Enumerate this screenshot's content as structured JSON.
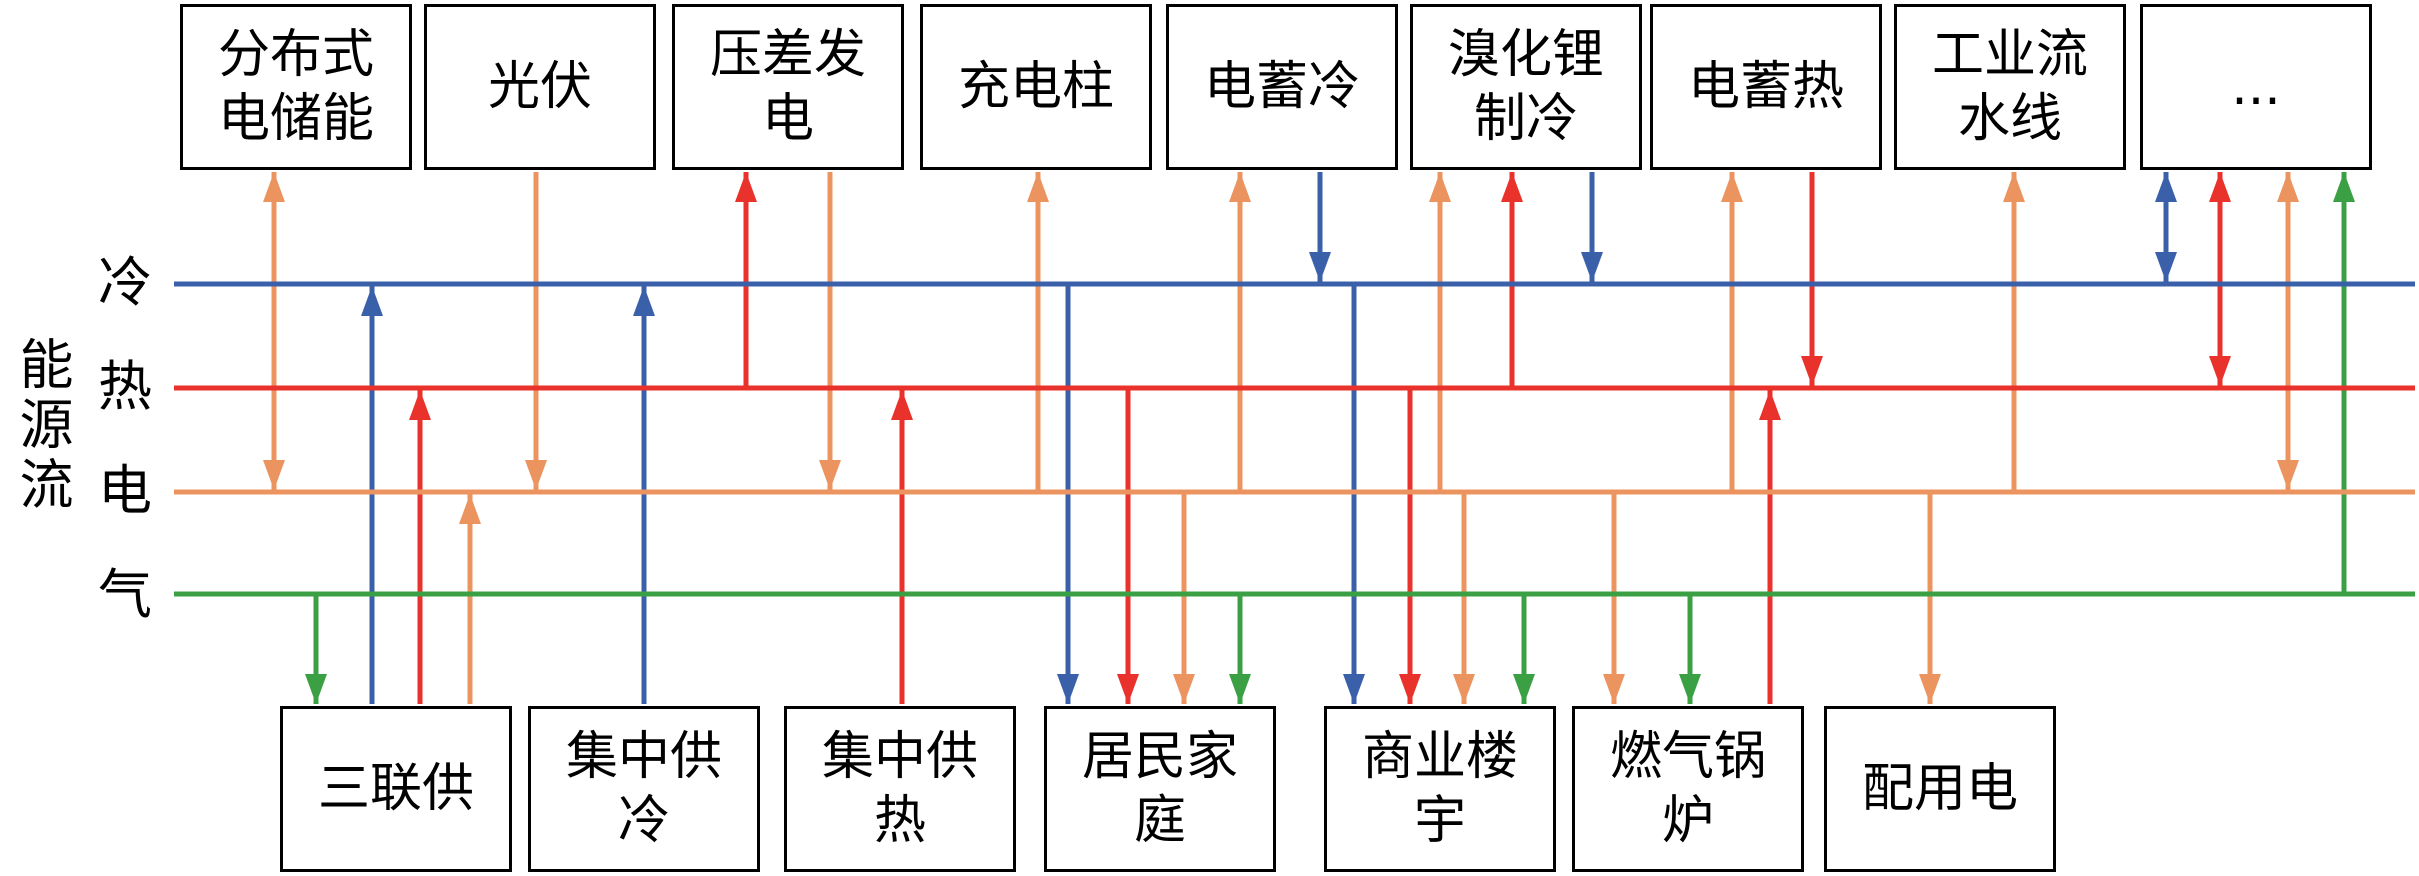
{
  "colors": {
    "cold": "#3b60aa",
    "heat": "#e8322b",
    "electric": "#ec9460",
    "gas": "#3aa043",
    "box_border": "#000000"
  },
  "axis_title": "能源流",
  "buses": {
    "cold": "冷",
    "heat": "热",
    "electric": "电",
    "gas": "气"
  },
  "top_boxes": [
    "分布式电储能",
    "光伏",
    "压差发电",
    "充电柱",
    "电蓄冷",
    "溴化锂制冷",
    "电蓄热",
    "工业流水线",
    "..."
  ],
  "bottom_boxes": [
    "三联供",
    "集中供冷",
    "集中供热",
    "居民家庭",
    "商业楼宇",
    "燃气锅炉",
    "配用电"
  ]
}
